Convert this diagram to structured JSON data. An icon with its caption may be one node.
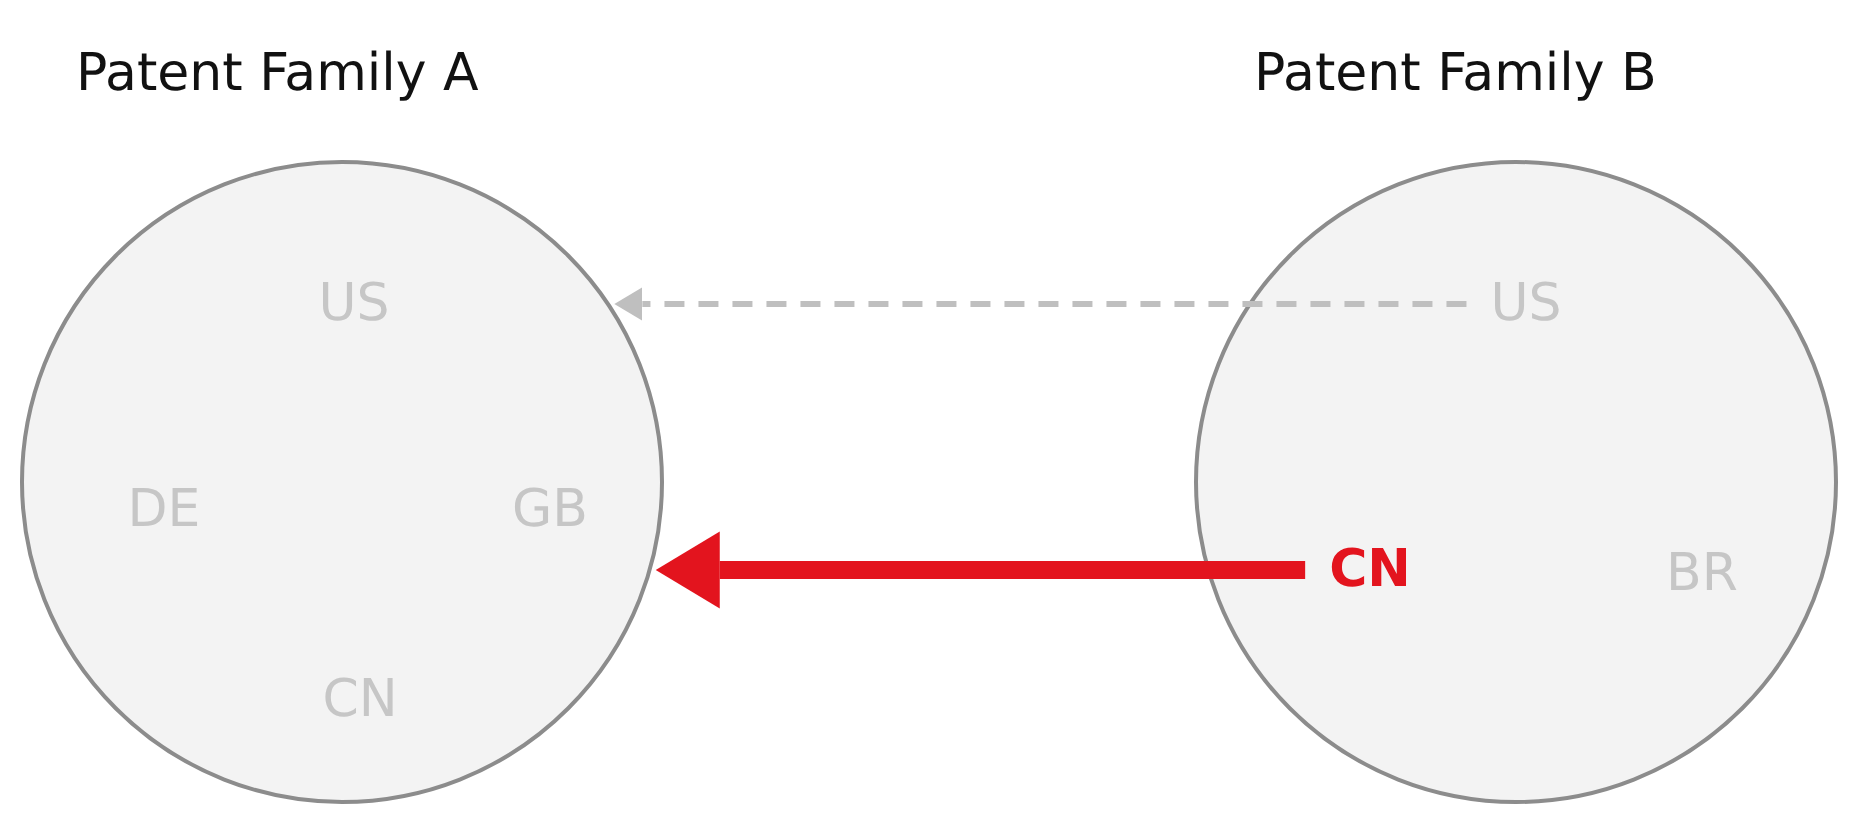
{
  "diagram": {
    "nodes": [
      {
        "text": [
          "Patent Family A"
        ]
      },
      {
        "text": [
          "US"
        ],
        "in": 0
      },
      {
        "text": [
          "DE"
        ],
        "in": 0
      },
      {
        "text": [
          "GB"
        ],
        "in": 0
      },
      {
        "text": [
          "CN"
        ],
        "in": 0
      },
      {
        "text": [
          "Patent Family B"
        ]
      },
      {
        "text": [
          "US"
        ],
        "in": 5
      },
      {
        "text": [
          "CN"
        ],
        "in": 5
      },
      {
        "text": [
          "BR"
        ],
        "in": 5
      }
    ],
    "edges": [
      {
        "from": 6,
        "to": 0,
        "arrow": "to",
        "style": "dashed",
        "color": "#bfbfbf"
      },
      {
        "from": 7,
        "to": 0,
        "arrow": "to",
        "style": "thick",
        "color": "#e3141e"
      }
    ]
  }
}
